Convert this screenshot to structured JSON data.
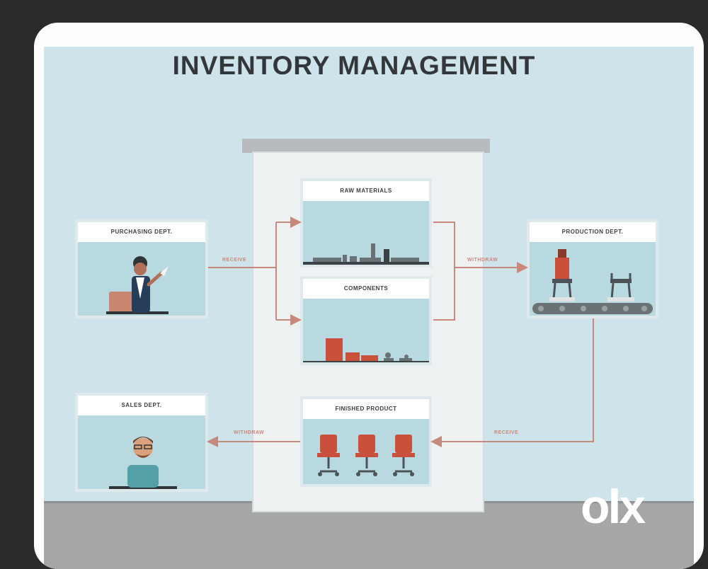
{
  "title": "INVENTORY MANAGEMENT",
  "departments": {
    "purchasing": "PURCHASING DEPT.",
    "sales": "SALES DEPT.",
    "production": "PRODUCTION DEPT."
  },
  "storage": {
    "raw_materials": "RAW MATERIALS",
    "components": "COMPONENTS",
    "finished_product": "FINISHED PRODUCT"
  },
  "flows": {
    "purchasing_to_raw": "RECEIVE",
    "raw_to_production": "WITHDRAW",
    "finished_to_sales": "WITHDRAW",
    "production_to_finished": "RECEIVE"
  },
  "watermark": "olx",
  "colors": {
    "accent": "#c9513b",
    "arrow": "#c8897d",
    "panel": "#b9d9e1",
    "dark": "#33373b"
  }
}
